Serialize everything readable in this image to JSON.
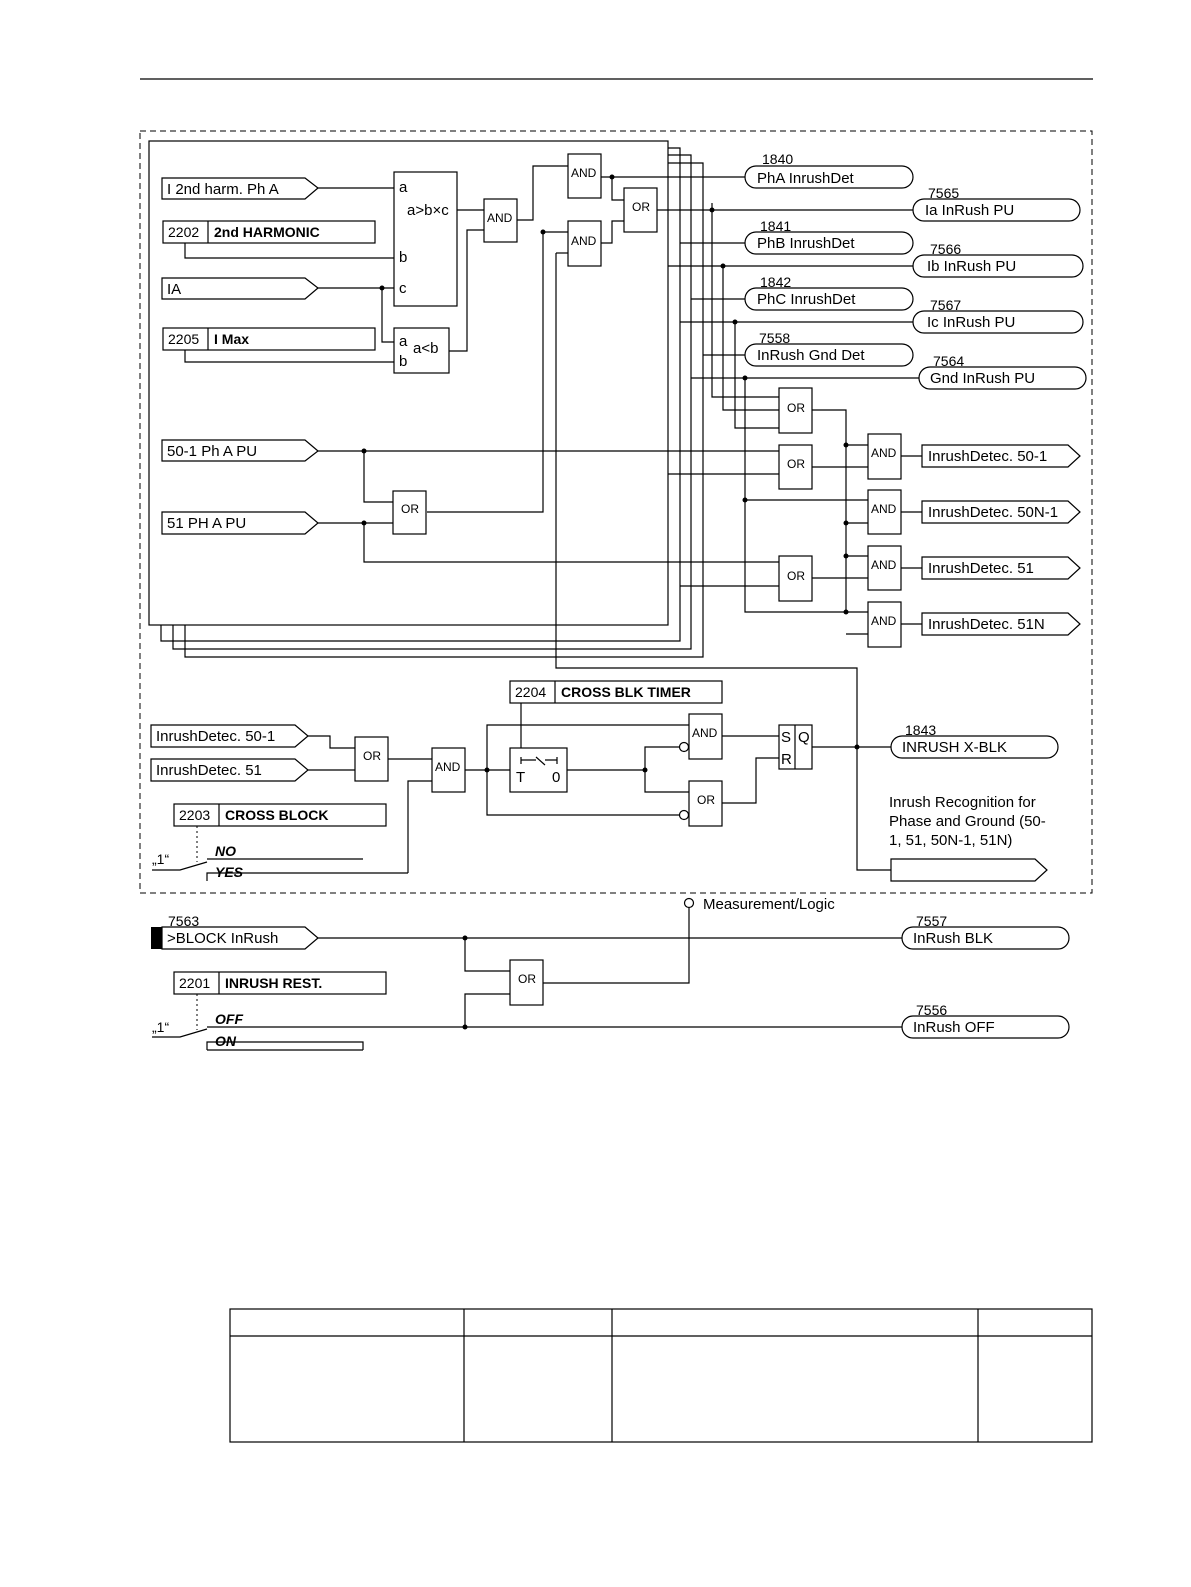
{
  "inputs": {
    "i2nd": "I 2nd harm. Ph A",
    "ia": "IA",
    "p501": "50-1 Ph A PU",
    "p51": "51 PH A PU",
    "cb_in1": "InrushDetec. 50-1",
    "cb_in2": "InrushDetec. 51",
    "block": ">BLOCK InRush"
  },
  "settings": {
    "harm_num": "2202",
    "harm_name": "2nd HARMONIC",
    "imax_num": "2205",
    "imax_name": "I Max",
    "timer_num": "2204",
    "timer_name": "CROSS BLK TIMER",
    "cross_num": "2203",
    "cross_name": "CROSS BLOCK",
    "cross_opt1": "NO",
    "cross_opt2": "YES",
    "rest_num": "2201",
    "rest_name": "INRUSH REST.",
    "rest_opt1": "OFF",
    "rest_opt2": "ON",
    "switch_label": "„1“"
  },
  "gates": {
    "and": "AND",
    "or": "OR",
    "comp_a": "a",
    "comp_b": "b",
    "comp_c": "c",
    "comp_expr": "a>b×c",
    "comp2_expr": "a<b",
    "timer_t": "T",
    "timer_0": "0",
    "ff_s": "S",
    "ff_r": "R",
    "ff_q": "Q"
  },
  "outputs": {
    "o1840_num": "1840",
    "o1840": "PhA InrushDet",
    "o7565_num": "7565",
    "o7565": "Ia InRush PU",
    "o1841_num": "1841",
    "o1841": "PhB InrushDet",
    "o7566_num": "7566",
    "o7566": "Ib InRush PU",
    "o1842_num": "1842",
    "o1842": "PhC InrushDet",
    "o7567_num": "7567",
    "o7567": "Ic InRush PU",
    "o7558_num": "7558",
    "o7558": "InRush Gnd Det",
    "o7564_num": "7564",
    "o7564": "Gnd InRush PU",
    "d501": "InrushDetec. 50-1",
    "d50n1": "InrushDetec. 50N-1",
    "d51": "InrushDetec. 51",
    "d51n": "InrushDetec. 51N",
    "o1843_num": "1843",
    "o1843": "INRUSH X-BLK",
    "rec1": "Inrush Recognition for",
    "rec2": "Phase and Ground (50-",
    "rec3": "1, 51, 50N-1, 51N)",
    "meas": "Measurement/Logic",
    "block_num": "7563",
    "o7557_num": "7557",
    "o7557": "InRush BLK",
    "o7556_num": "7556",
    "o7556": "InRush OFF"
  },
  "table": {
    "headers": [
      "",
      "",
      "",
      ""
    ],
    "rows": [
      [
        "",
        "",
        "",
        ""
      ]
    ]
  }
}
